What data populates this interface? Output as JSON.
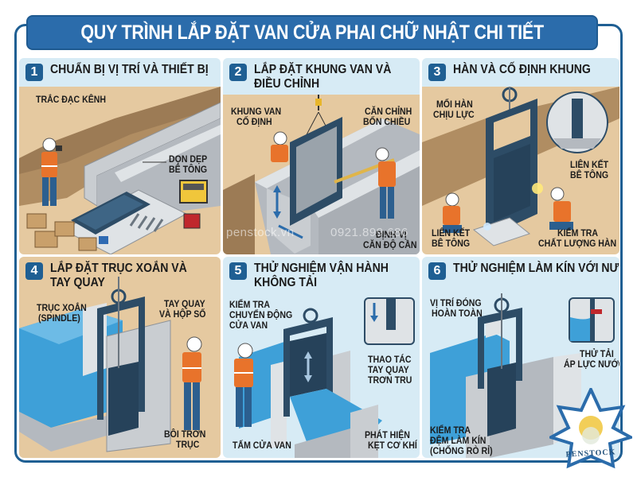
{
  "title": "QUY TRÌNH LẮP ĐẶT VAN CỬA PHAI CHỮ NHẬT CHI TIẾT",
  "colors": {
    "primary_blue": "#2b6cab",
    "frame_blue": "#1f5f93",
    "header_bg": "#d7ebf5",
    "sand": "#e5c9a0",
    "concrete": "#c9cdd1",
    "steel": "#2d4c66",
    "water": "#3ea0d8",
    "vest_orange": "#e8732b"
  },
  "steps": [
    {
      "number": "1",
      "title": "CHUẨN BỊ VỊ TRÍ VÀ THIẾT BỊ",
      "labels": [
        "TRẮC ĐẠC KÊNH",
        "DỌN DẸP",
        "BÊ TÔNG"
      ]
    },
    {
      "number": "2",
      "title_line1": "LẮP ĐẶT KHUNG VAN VÀ",
      "title_line2": "ĐIỀU CHỈNH",
      "labels": [
        "KHUNG VAN",
        "CỐ ĐỊNH",
        "CĂN CHỈNH",
        "BỐN CHIỀU",
        "ĐỊNH VỊ",
        "CĂN ĐỘ CẦN"
      ]
    },
    {
      "number": "3",
      "title": "HÀN VÀ CỐ ĐỊNH KHUNG",
      "labels": [
        "MỐI HÀN",
        "CHỊU LỰC",
        "LIÊN KẾT",
        "BÊ TÔNG",
        "LIÊN KẾT",
        "BÊ TÔNG",
        "KIỂM TRA",
        "CHẤT LƯỢNG HÀN"
      ]
    },
    {
      "number": "4",
      "title_line1": "LẮP ĐẶT TRỤC XOẮN VÀ",
      "title_line2": "TAY QUAY",
      "labels": [
        "TRỤC XOẮN",
        "(SPINDLE)",
        "TAY QUAY",
        "VÀ HỘP SỐ",
        "BÔI TRƠN",
        "TRỤC"
      ]
    },
    {
      "number": "5",
      "title_line1": "THỬ NGHIỆM VẬN HÀNH",
      "title_line2": "KHÔNG TẢI",
      "labels": [
        "KIỂM TRA",
        "CHUYỂN ĐỘNG",
        "CỬA VAN",
        "THAO TÁC",
        "TAY QUAY",
        "TRƠN TRU",
        "TẤM CỬA VAN",
        "PHÁT HIỆN",
        "KẸT CƠ KHÍ"
      ]
    },
    {
      "number": "6",
      "title": "THỬ NGHIỆM LÀM KÍN VỚI NƯỚC",
      "labels": [
        "VỊ TRÍ ĐÓNG",
        "HOÀN TOÀN",
        "THỬ TẢI",
        "ÁP LỰC NƯỚC",
        "KIỂM TRA",
        "ĐỆM LÀM KÍN",
        "(CHỐNG RÒ RỈ)"
      ]
    }
  ],
  "watermarks": [
    "penstock.vn",
    "0921.899.686"
  ],
  "logo": {
    "text": "PENSTOCK",
    "icon": "penstock-star-logo"
  }
}
